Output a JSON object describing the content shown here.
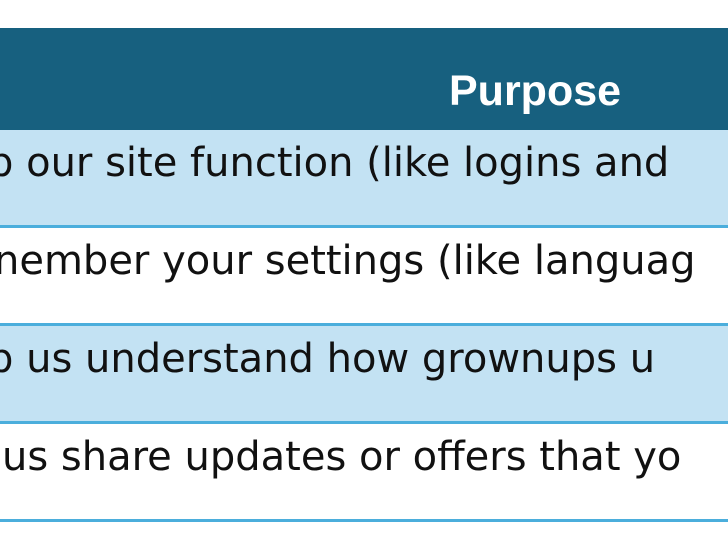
{
  "table": {
    "header": {
      "purpose_label": "Purpose"
    },
    "rows": [
      {
        "purpose": "p our site function (like logins and"
      },
      {
        "purpose": "nember your settings (like languag"
      },
      {
        "purpose": "p us understand how grownups u"
      },
      {
        "purpose": "us share updates or offers that yo"
      }
    ]
  },
  "colors": {
    "header_bg": "#17607f",
    "header_text": "#ffffff",
    "row_shaded": "#c3e2f3",
    "row_plain": "#ffffff",
    "separator": "#4baedc",
    "text": "#111111"
  }
}
